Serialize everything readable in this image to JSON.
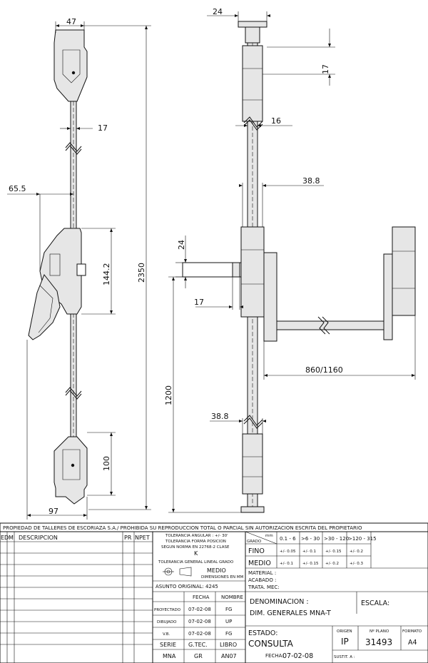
{
  "drawing": {
    "dims": {
      "d_47": "47",
      "d_17_top": "17",
      "d_65_5": "65.5",
      "d_144_2": "144.2",
      "d_2350": "2350",
      "d_100": "100",
      "d_97": "97",
      "d_24_top": "24",
      "d_17_right": "17",
      "d_16": "16",
      "d_38_8_top": "38.8",
      "d_24_handle": "24",
      "d_17_handle": "17",
      "d_1200": "1200",
      "d_860_1160": "860/1160",
      "d_38_8_bottom": "38.8"
    }
  },
  "title_block": {
    "property_notice": "PROPIEDAD DE TALLERES DE ESCORIAZA S.A./ PROHIBIDA SU REPRODUCCION TOTAL O PARCIAL SIN AUTORIZACION ESCRITA DEL PROPIETARIO",
    "col_ed": "ED",
    "col_m": "M",
    "col_descripcion": "DESCRIPCION",
    "col_pr": "PR",
    "col_npet": "NPET",
    "tol_angular": "TOLERANCIA ANGULAR : +/- 30'",
    "tol_forma": "TOLERANCIA FORMA POSICION",
    "tol_norma": "SEGUN NORMA EN 22768-2 CLASE",
    "tol_clase": "K",
    "tol_lineal": "TOLERANCIA GENERAL LINEAL GRADO",
    "tol_grado": "MEDIO",
    "dim_mm": "DIMENSIONES EN MM",
    "asunto": "ASUNTO ORIGINAL: 4245",
    "hdr_fecha": "FECHA",
    "hdr_nombre": "NOMBRE",
    "rows": [
      {
        "label": "PROYECTADO",
        "fecha": "07-02-08",
        "nombre": "FG"
      },
      {
        "label": "DIBUJADO",
        "fecha": "07-02-08",
        "nombre": "UP"
      },
      {
        "label": "V.B.",
        "fecha": "07-02-08",
        "nombre": "FG"
      }
    ],
    "serie_label": "SERIE",
    "serie_value": "MNA",
    "gtec_label": "G.TEC.",
    "gtec_value": "GR",
    "libro_label": "LIBRO",
    "libro_value": "AN07",
    "tol_table": {
      "mm": "mm",
      "grado": "GRADO",
      "ranges": [
        "0.1 - 6",
        ">6 - 30",
        ">30 - 120",
        ">120 - 315"
      ],
      "fino_label": "FINO",
      "fino": [
        "+/- 0.05",
        "+/- 0.1",
        "+/- 0.15",
        "+/- 0.2"
      ],
      "medio_label": "MEDIO",
      "medio": [
        "+/- 0.1",
        "+/- 0.15",
        "+/- 0.2",
        "+/- 0.3"
      ]
    },
    "material": "MATERIAL :",
    "acabado": "ACABADO :",
    "trata": "TRATA. MEC:",
    "denominacion_label": "DENOMINACION :",
    "denominacion_value": "DIM. GENERALES MNA-T",
    "escala_label": "ESCALA:",
    "estado_label": "ESTADO:",
    "estado_value": "CONSULTA",
    "fecha_label": "FECHA:",
    "fecha_value": "07-02-08",
    "origen_label": "ORIGEN",
    "origen_value": "IP",
    "nplano_label": "Nº PLANO",
    "nplano_value": "31493",
    "formato_label": "FORMATO",
    "formato_value": "A4",
    "sustit": "SUSTIT. A :"
  }
}
